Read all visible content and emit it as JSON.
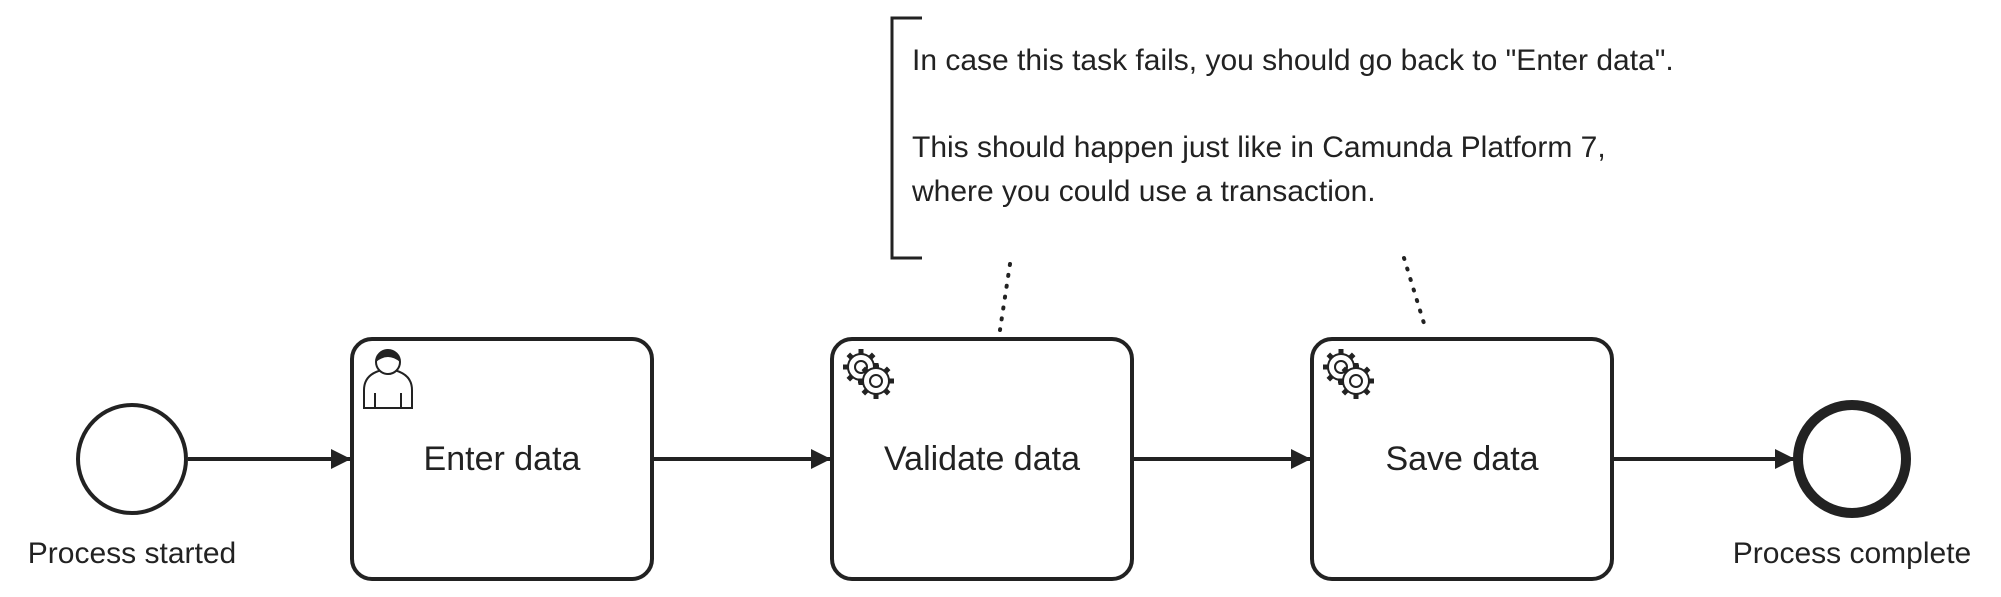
{
  "colors": {
    "stroke": "#222222",
    "background": "#ffffff"
  },
  "events": {
    "start": {
      "label": "Process started"
    },
    "end": {
      "label": "Process complete"
    }
  },
  "tasks": [
    {
      "label": "Enter data",
      "icon": "user-icon"
    },
    {
      "label": "Validate data",
      "icon": "gear-icon"
    },
    {
      "label": "Save data",
      "icon": "gear-icon"
    }
  ],
  "annotation": {
    "lines": [
      "In case this task fails, you should go back to \"Enter data\".",
      "",
      "This should happen just like in Camunda Platform 7,",
      "where you could use a transaction."
    ]
  }
}
